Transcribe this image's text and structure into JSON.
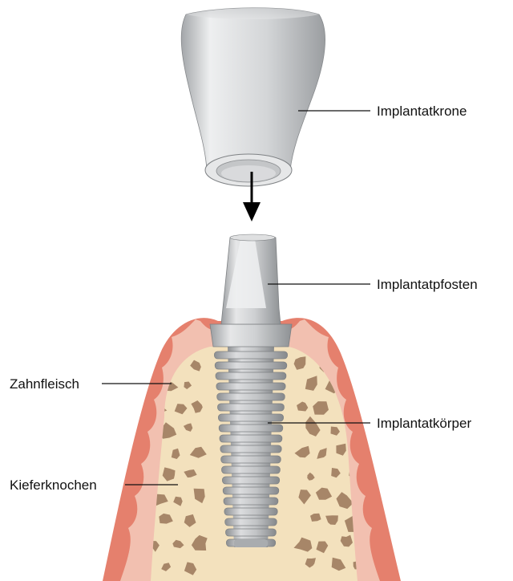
{
  "labels": {
    "crown": "Implantatkrone",
    "abutment": "Implantatpfosten",
    "body": "Implantatkörper",
    "gum": "Zahnfleisch",
    "bone": "Kieferknochen"
  },
  "colors": {
    "gum_outer": "#e5806d",
    "gum_inner": "#f2c0b0",
    "bone": "#f3e1bd",
    "bone_spots": "#a78668",
    "metal_light": "#e8e9ea",
    "metal_mid": "#b9bbbd",
    "metal_dark": "#8c8f92",
    "text": "#111111"
  }
}
